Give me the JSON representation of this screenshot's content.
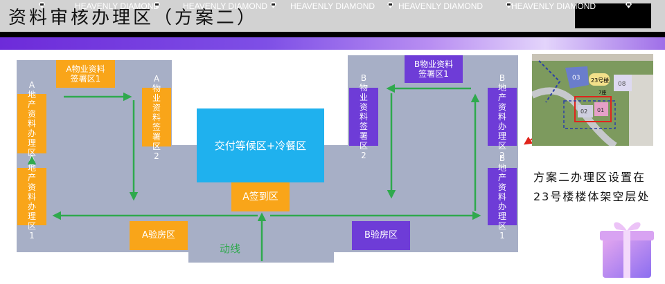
{
  "header": {
    "title": "资料审核办理区（方案二）"
  },
  "banner": {
    "brand": "HEAVENLY DIAMOND"
  },
  "diagram": {
    "center_area": "交付等候区+冷餐区",
    "a_checkin": "A签到区",
    "a_property_sign": "A物业资料签署区1",
    "a_property_sign_2": "A物业资料签署区2",
    "a_estate_2": "A地产资料办理区2",
    "a_estate_1": "A地产资料办理区1",
    "a_inspection": "A验房区",
    "b_property_sign": "B物业资料签署区1",
    "b_property_sign_2": "B物业资料签署区2",
    "b_estate_2": "B地产资料办理区2",
    "b_estate_1": "B地产资料办理区1",
    "b_inspection": "B验房区",
    "flow_label": "动线"
  },
  "map": {
    "label_23": "23号楼",
    "label_03": "03",
    "label_08": "08",
    "label_01": "01",
    "label_02": "02",
    "label_7": "7座"
  },
  "note": "方案二办理区设置在23号楼楼体架空层处",
  "colors": {
    "orange": "#f9a519",
    "purple": "#6e3cd7",
    "blue": "#1fb1ee",
    "green": "#2fa94d",
    "gray": "#a7afc6"
  }
}
